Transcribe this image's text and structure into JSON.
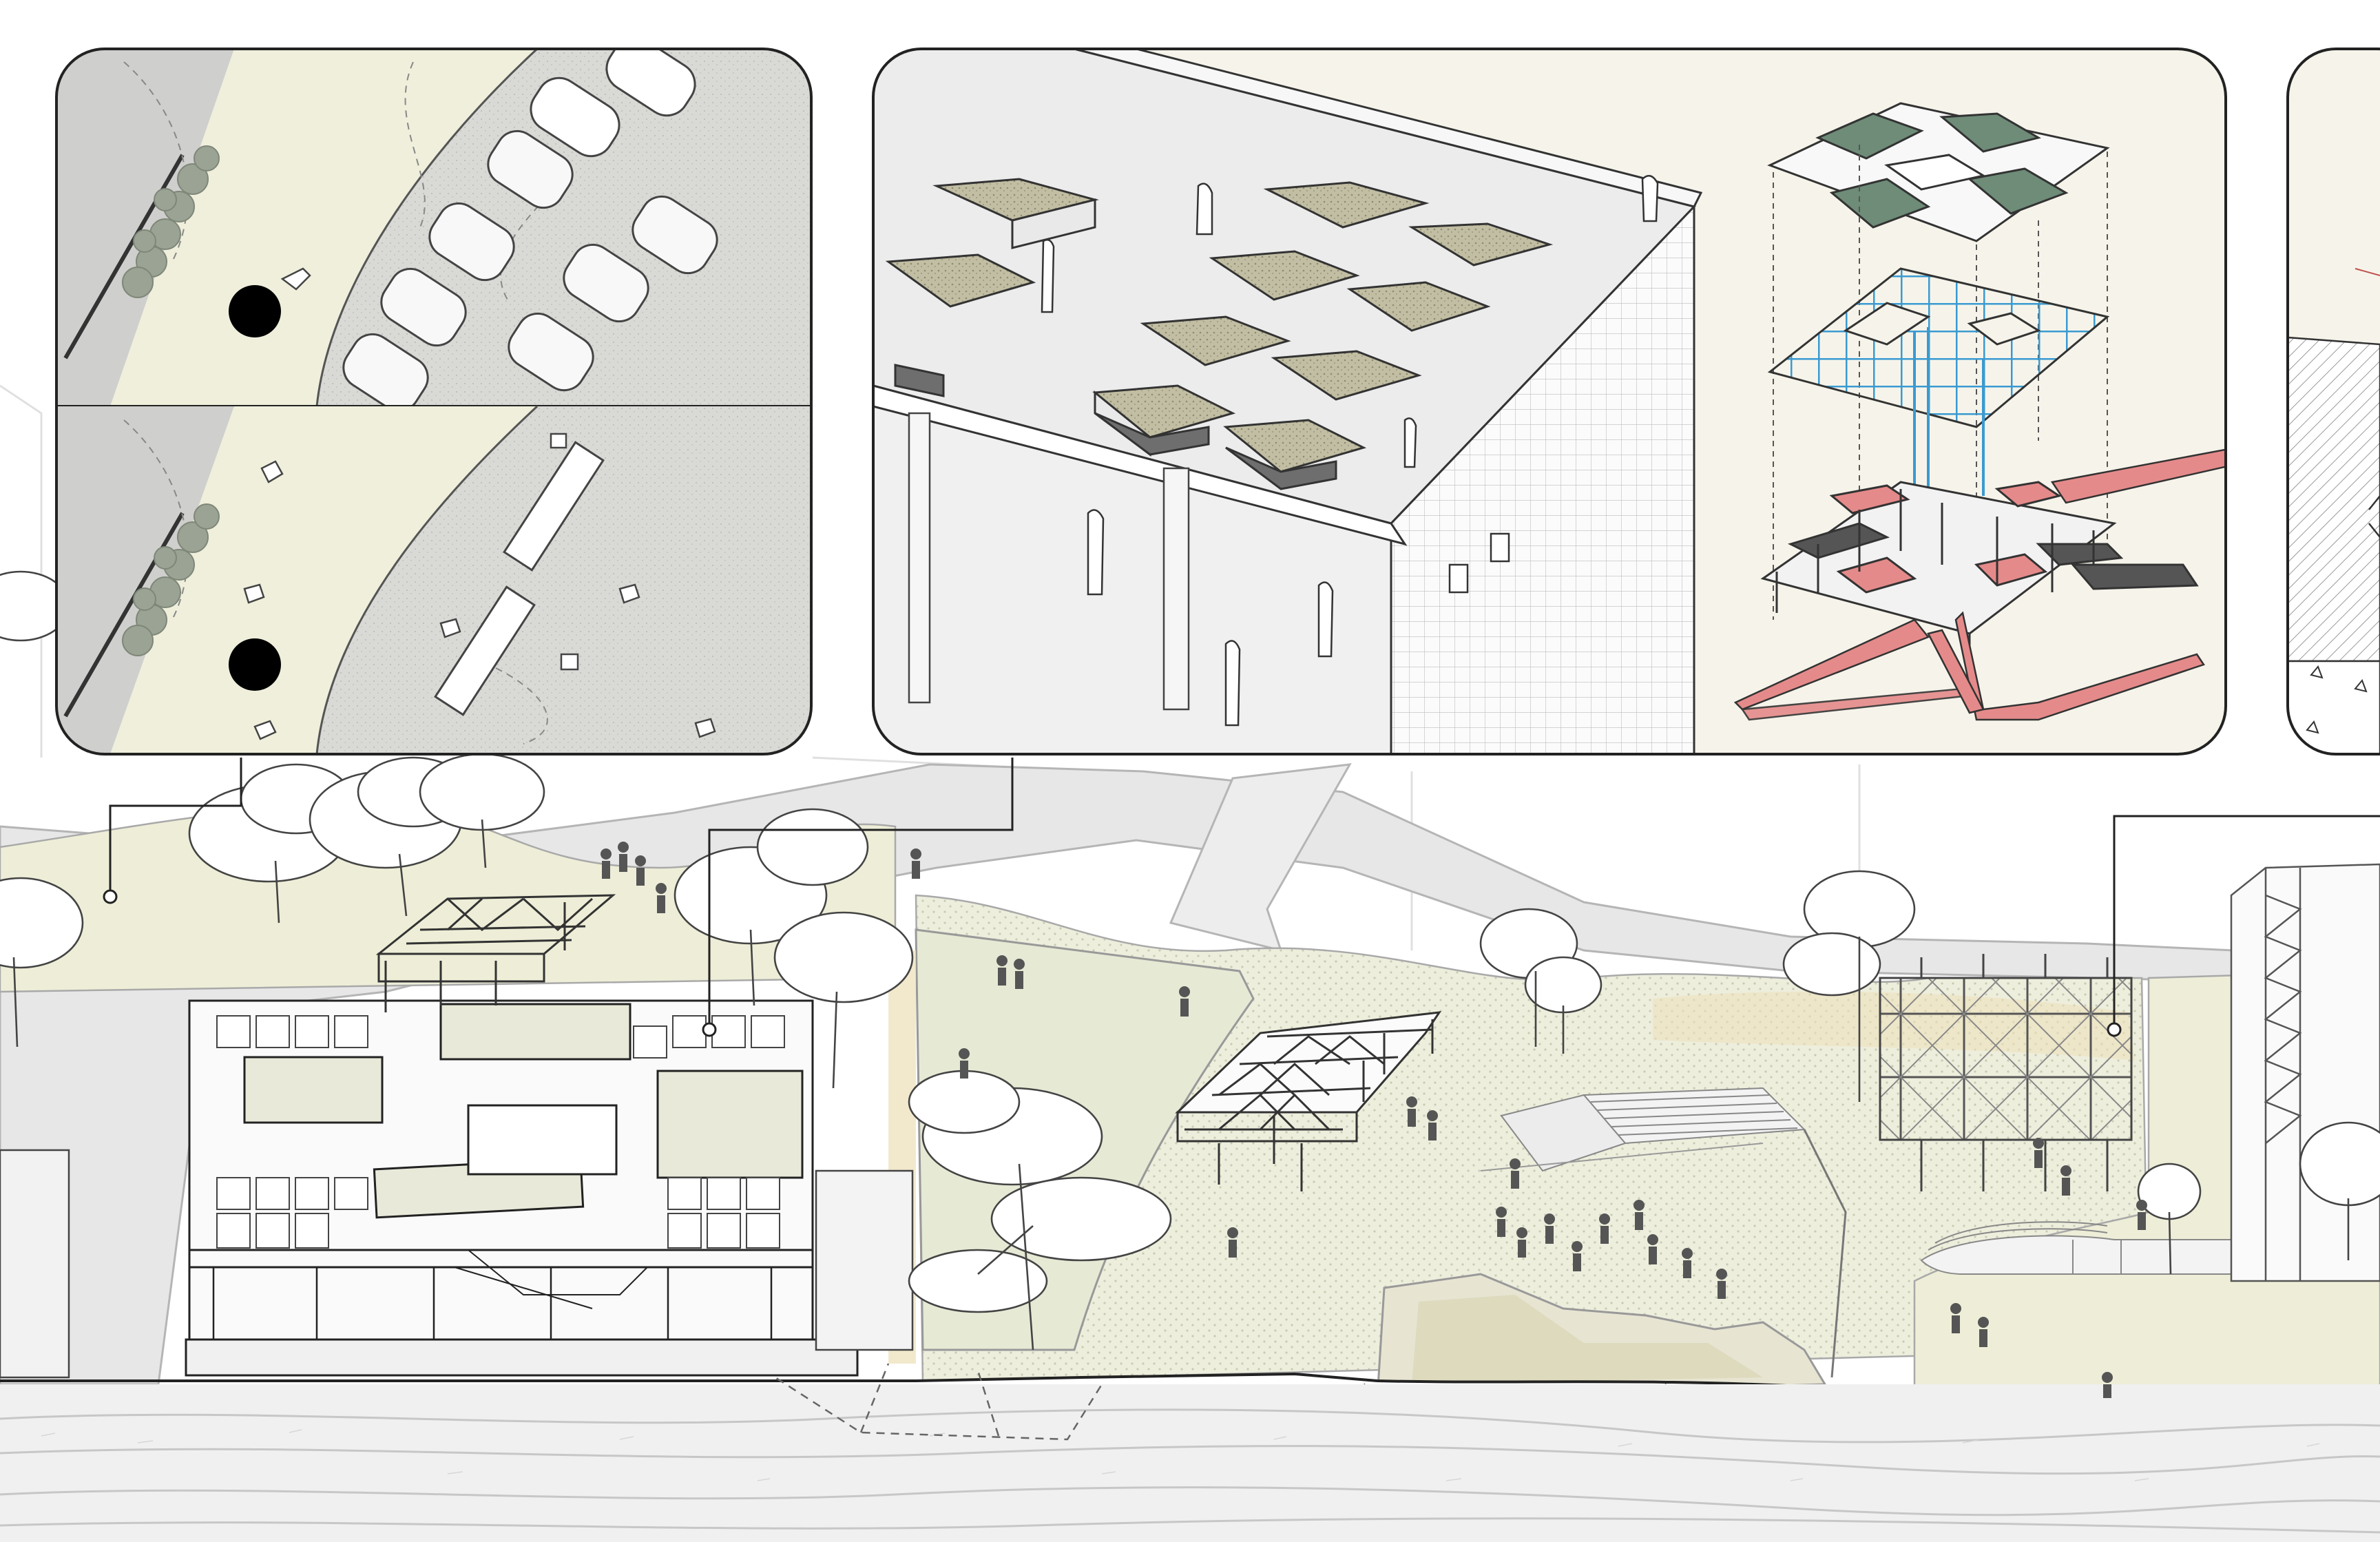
{
  "drawing": {
    "colors": {
      "paper": "#ffffff",
      "ink": "#1a1a1a",
      "line_light": "#9a9a9a",
      "paving": "#d8d8d6",
      "lawn": "#eeeed8",
      "lawn_dot": "#e3e6cf",
      "sand": "#ece0b8",
      "inset_bg": "#f6f4ea",
      "planter_soil": "#b9b49a",
      "roof_green": "#6e8c78",
      "structure_blue": "#3a9ad1",
      "ramp_red": "#e58a8a",
      "river": "#efefef",
      "shrub": "#9aa394",
      "dot": "#000000"
    },
    "insets": [
      {
        "id": "parking-use-comparison",
        "panels": [
          "parked-cars",
          "people-activities"
        ]
      },
      {
        "id": "rooftop-axonometric",
        "panels": [
          "planter-roof",
          "exploded-structure"
        ]
      },
      {
        "id": "cropped-right-detail",
        "panels": []
      }
    ],
    "plan_elements": [
      "pavilion-building",
      "pergola-west",
      "pergola-central",
      "pergola-east",
      "amphitheatre-steps",
      "wetland-pond",
      "river-bank",
      "plaza",
      "trees",
      "people"
    ]
  }
}
